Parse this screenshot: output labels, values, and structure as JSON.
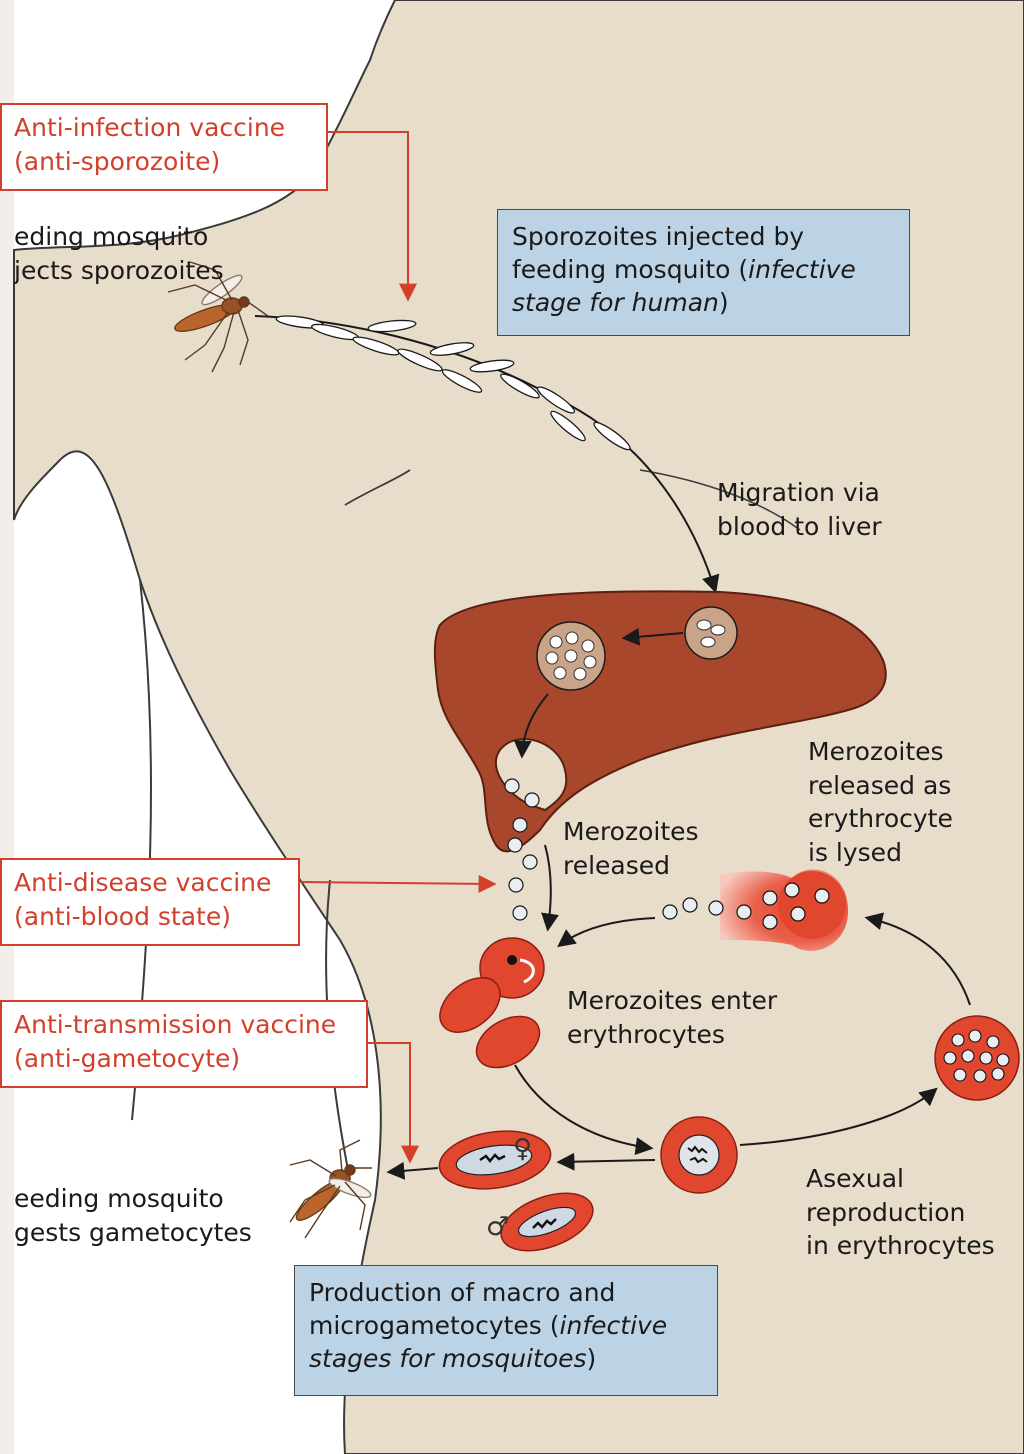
{
  "vaccines": {
    "anti_infection": {
      "line1": "Anti-infection vaccine",
      "line2": "(anti-sporozoite)"
    },
    "anti_disease": {
      "line1": "Anti-disease vaccine",
      "line2": "(anti-blood state)"
    },
    "anti_transmission": {
      "line1": "Anti-transmission vaccine",
      "line2": "(anti-gametocyte)"
    }
  },
  "labels": {
    "feeding_injects": {
      "line1": "eding mosquito",
      "line2": "jects sporozoites"
    },
    "migration": {
      "line1": "Migration via",
      "line2": "blood to liver"
    },
    "merozoites_released_lysed": {
      "line1": "Merozoites",
      "line2": "released as",
      "line3": "erythrocyte",
      "line4": "is lysed"
    },
    "merozoites_released": {
      "line1": "Merozoites",
      "line2": "released"
    },
    "merozoites_enter": {
      "line1": "Merozoites enter",
      "line2": "erythrocytes"
    },
    "asexual": {
      "line1": "Asexual",
      "line2": "reproduction",
      "line3": "in erythrocytes"
    },
    "feeding_ingests": {
      "line1": "eeding mosquito",
      "line2": "gests gametocytes"
    },
    "female_symbol": "♀",
    "male_symbol": "♂"
  },
  "info_boxes": {
    "sporozoites": {
      "line1": "Sporozoites injected by",
      "line2_plain": "feeding mosquito (",
      "line2_italic": "infective",
      "line3_italic": "stage for human",
      "line3_plain": ")"
    },
    "gametocytes": {
      "line1": "Production of macro and",
      "line2_plain": "microgametocytes (",
      "line2_italic": "infective",
      "line3_italic": "stages for mosquitoes",
      "line3_plain": ")"
    }
  },
  "colors": {
    "body": "#e8dccb",
    "liver": "#a8472c",
    "cell": "#e0472e",
    "vaccine_red": "#d2402c",
    "info_box": "#bcd3e6",
    "merozoite": "#e9eef3"
  }
}
